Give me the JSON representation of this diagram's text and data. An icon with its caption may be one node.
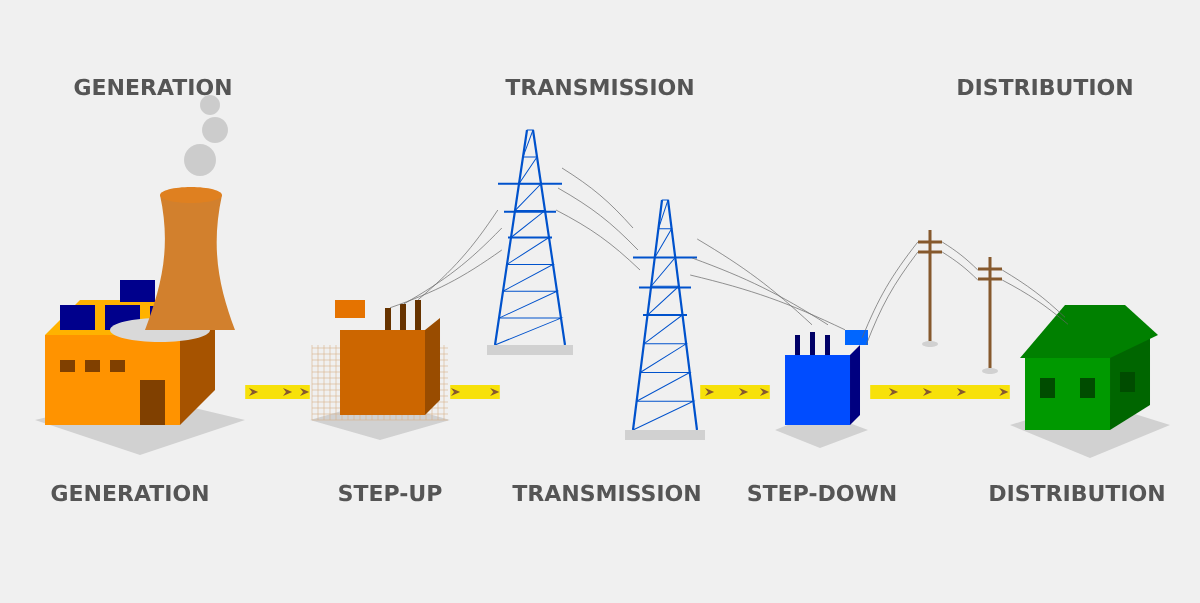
{
  "diagram": {
    "nodes": [
      {
        "text": [],
        "shape": "picture",
        "beside": [
          "GENERATION"
        ]
      },
      {
        "text": [],
        "shape": "picture",
        "beside": [
          "STEP-UP"
        ]
      },
      {
        "text": [],
        "shape": "picture",
        "beside": [
          "TRANSMISSION"
        ]
      },
      {
        "text": [],
        "shape": "picture",
        "beside": [
          "STEP-DOWN"
        ]
      },
      {
        "text": [],
        "shape": "picture"
      },
      {
        "text": [],
        "shape": "picture"
      },
      {
        "text": [],
        "shape": "picture",
        "beside": [
          "DISTRIBUTION"
        ]
      }
    ],
    "edges": [
      {
        "from": 0,
        "to": 1,
        "arrow": "to",
        "style": "thick",
        "color": "#f7e10a"
      },
      {
        "from": 1,
        "to": 2,
        "arrow": "to",
        "style": "thick",
        "color": "#f7e10a"
      },
      {
        "from": 2,
        "to": 3,
        "arrow": "to",
        "style": "thick",
        "color": "#f7e10a"
      },
      {
        "from": 3,
        "to": 6,
        "arrow": "to",
        "style": "thick",
        "color": "#f7e10a"
      },
      {
        "from": 1,
        "to": 2,
        "arrow": "none"
      },
      {
        "from": 1,
        "to": 2,
        "arrow": "none"
      },
      {
        "from": 1,
        "to": 2,
        "arrow": "none"
      },
      {
        "from": 2,
        "to": 3,
        "arrow": "none"
      },
      {
        "from": 2,
        "to": 3,
        "arrow": "none"
      },
      {
        "from": 2,
        "to": 3,
        "arrow": "none"
      },
      {
        "from": 3,
        "to": 4,
        "arrow": "none"
      },
      {
        "from": 3,
        "to": 4,
        "arrow": "none"
      },
      {
        "from": 4,
        "to": 5,
        "arrow": "none"
      },
      {
        "from": 4,
        "to": 5,
        "arrow": "none"
      },
      {
        "from": 5,
        "to": 6,
        "arrow": "none"
      },
      {
        "from": 5,
        "to": 6,
        "arrow": "none"
      }
    ],
    "labels": [
      "GENERATION",
      "TRANSMISSION",
      "DISTRIBUTION"
    ]
  }
}
